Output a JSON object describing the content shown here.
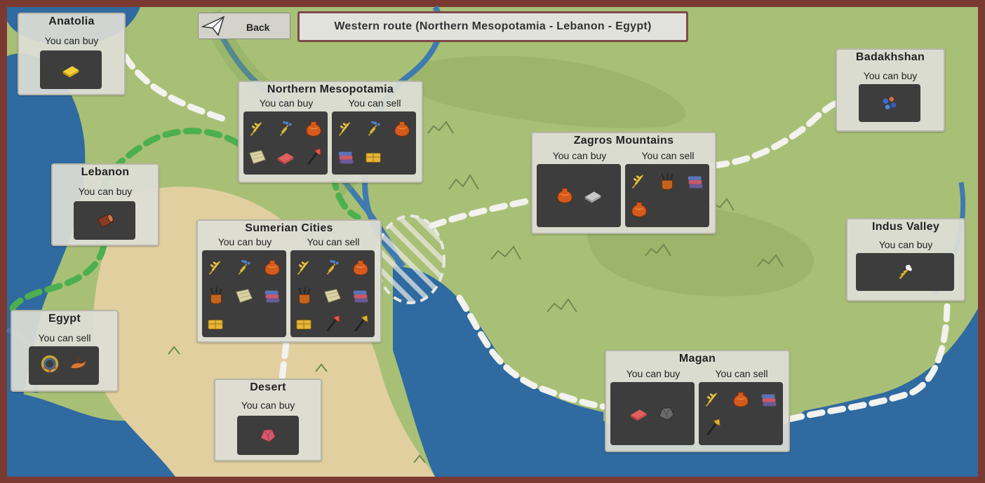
{
  "header": {
    "back_label": "Back",
    "route_title": "Western route (Northern Mesopotamia - Lebanon - Egypt)"
  },
  "labels": {
    "buy": "You can buy",
    "sell": "You can sell"
  },
  "colors": {
    "frame": "#7a3a32",
    "land": "#a8c076",
    "river": "#3f7ab0",
    "desert": "#e2cfa0",
    "active_route": "#4caf50",
    "inactive_route": "#f0f0f0",
    "slot_bg": "#3d3d3d"
  },
  "regions": {
    "anatolia": {
      "name": "Anatolia",
      "buy": [
        "gold-ingot"
      ]
    },
    "lebanon": {
      "name": "Lebanon",
      "buy": [
        "timber-log"
      ]
    },
    "egypt": {
      "name": "Egypt",
      "sell": [
        "jewelry-collar",
        "oil-lamp"
      ]
    },
    "northern_mesopotamia": {
      "name": "Northern Mesopotamia",
      "buy": [
        "wheat",
        "flax",
        "pottery-jar",
        "textile-cloth",
        "copper-ingot",
        "copper-axe"
      ],
      "sell": [
        "wheat",
        "flax",
        "pottery-jar",
        "fabric-bolts",
        "grain-sacks"
      ]
    },
    "sumerian_cities": {
      "name": "Sumerian Cities",
      "buy": [
        "wheat",
        "flax",
        "pottery-jar",
        "bitumen-pot",
        "textile-cloth",
        "fabric-bolts",
        "grain-sacks"
      ],
      "sell": [
        "wheat",
        "flax",
        "pottery-jar",
        "bitumen-pot",
        "textile-cloth",
        "fabric-bolts",
        "grain-sacks",
        "copper-axe",
        "bronze-axe"
      ]
    },
    "desert": {
      "name": "Desert",
      "buy": [
        "red-stone"
      ]
    },
    "zagros_mountains": {
      "name": "Zagros Mountains",
      "buy": [
        "pottery-jar",
        "tin-ingot"
      ],
      "sell": [
        "wheat",
        "bitumen-pot",
        "fabric-bolts",
        "pottery-jar"
      ]
    },
    "badakhshan": {
      "name": "Badakhshan",
      "buy": [
        "lapis-gems"
      ]
    },
    "indus_valley": {
      "name": "Indus Valley",
      "buy": [
        "cotton"
      ]
    },
    "magan": {
      "name": "Magan",
      "buy": [
        "copper-ingot",
        "stone-ore"
      ],
      "sell": [
        "wheat",
        "pottery-jar",
        "fabric-bolts",
        "bronze-axe"
      ]
    }
  }
}
